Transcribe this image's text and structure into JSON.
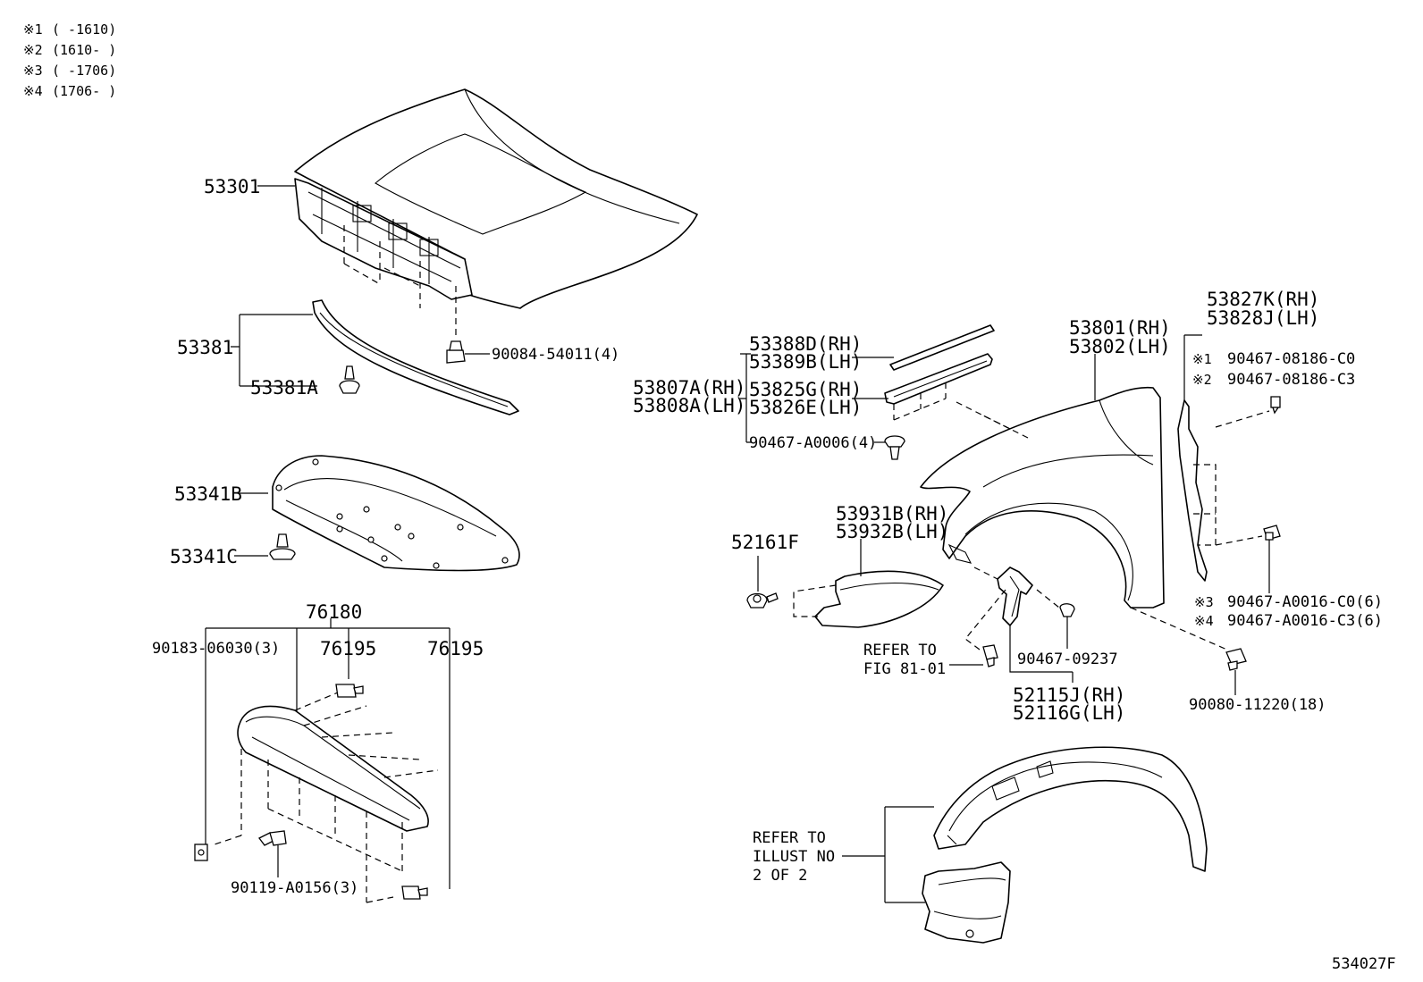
{
  "notes": [
    {
      "mark": "※1",
      "range": "(      -1610)"
    },
    {
      "mark": "※2",
      "range": "(1610-      )"
    },
    {
      "mark": "※3",
      "range": "(      -1706)"
    },
    {
      "mark": "※4",
      "range": "(1706-      )"
    }
  ],
  "labels": {
    "hood": "53301",
    "seal": "53381",
    "seal_clip": "53381A",
    "bumper_90084": "90084-54011(4)",
    "insulator": "53341B",
    "insulator_clip": "53341C",
    "scoop": "76180",
    "scoop_90183": "90183-06030(3)",
    "scoop_76195a": "76195",
    "scoop_76195b": "76195",
    "scoop_90119": "90119-A0156(3)",
    "seal_rh": "53388D(RH)",
    "seal_lh": "53389B(LH)",
    "fender_cover_rh": "53807A(RH)",
    "fender_cover_lh": "53808A(LH)",
    "cover_rh": "53825G(RH)",
    "cover_lh": "53826E(LH)",
    "clip_90467_a0006": "90467-A0006(4)",
    "fender_rh": "53801(RH)",
    "fender_lh": "53802(LH)",
    "liner_rh": "53827K(RH)",
    "liner_lh": "53828J(LH)",
    "note1_part": "90467-08186-C0",
    "note2_part": "90467-08186-C3",
    "note3_part": "90467-A0016-C0(6)",
    "note4_part": "90467-A0016-C3(6)",
    "mud_rh": "53931B(RH)",
    "mud_lh": "53932B(LH)",
    "clip_52161f": "52161F",
    "refer_fig_line1": "REFER TO",
    "refer_fig_line2": "FIG 81-01",
    "screw_90467_09237": "90467-09237",
    "bracket_rh": "52115J(RH)",
    "bracket_lh": "52116G(LH)",
    "bolt_90080": "90080-11220(18)",
    "refer_illust_line1": "REFER TO",
    "refer_illust_line2": "ILLUST NO",
    "refer_illust_line3": "2 OF 2",
    "figure_id": "534027F"
  },
  "marks": {
    "m1": "※1",
    "m2": "※2",
    "m3": "※3",
    "m4": "※4"
  }
}
